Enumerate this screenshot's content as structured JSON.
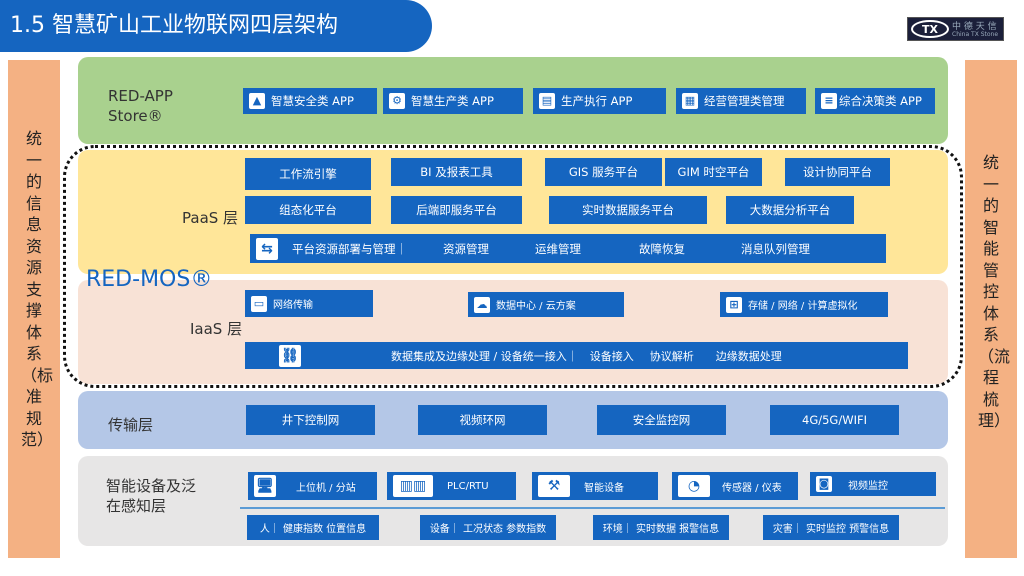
{
  "title": "1.5  智慧矿山工业物联网四层架构",
  "logo": {
    "mark": "TX",
    "cn": "中 德 天 信",
    "en": "China TX Stone"
  },
  "left_side": "统一的信息资源支撑体系（标准规范）",
  "right_side": "统一的智能管控体系（流程梳理）",
  "app": {
    "label": "RED-APP Store®",
    "items": [
      "智慧安全类 APP",
      "智慧生产类 APP",
      "生产执行 APP",
      "经营管理类管理",
      "综合决策类 APP"
    ]
  },
  "mos_label": "RED-MOS®",
  "paas": {
    "label": "PaaS 层",
    "row1": [
      "工作流引擎",
      "BI 及报表工具",
      "GIS 服务平台",
      "GIM 时空平台",
      "设计协同平台"
    ],
    "row2": [
      "组态化平台",
      "后端即服务平台",
      "实时数据服务平台",
      "大数据分析平台"
    ],
    "row3": [
      "平台资源部署与管理｜",
      "资源管理",
      "运维管理",
      "故障恢复",
      "消息队列管理"
    ]
  },
  "iaas": {
    "label": "IaaS 层",
    "row1": [
      "网络传输",
      "数据中心 / 云方案",
      "存储 / 网络 / 计算虚拟化"
    ],
    "row2": [
      "数据集成及边缘处理 / 设备统一接入｜",
      "设备接入",
      "协议解析",
      "边缘数据处理"
    ]
  },
  "transport": {
    "label": "传输层",
    "items": [
      "井下控制网",
      "视频环网",
      "安全监控网",
      "4G/5G/WIFI"
    ]
  },
  "perception": {
    "label": "智能设备及泛在感知层",
    "devices": [
      "上位机 / 分站",
      "PLC/RTU",
      "智能设备",
      "传感器 / 仪表",
      "视频监控"
    ],
    "info": [
      "人｜ 健康指数  位置信息",
      "设备｜ 工况状态 参数指数",
      "环境｜ 实时数据 报警信息",
      "灾害｜ 实时监控 预警信息"
    ]
  },
  "colors": {
    "blue": "#1565c0",
    "green": "#a9d18e",
    "yellow": "#ffe699",
    "peach": "#f8e2d6",
    "lightblue": "#b4c7e7",
    "gray": "#e7e6e6",
    "side": "#f4b183"
  }
}
